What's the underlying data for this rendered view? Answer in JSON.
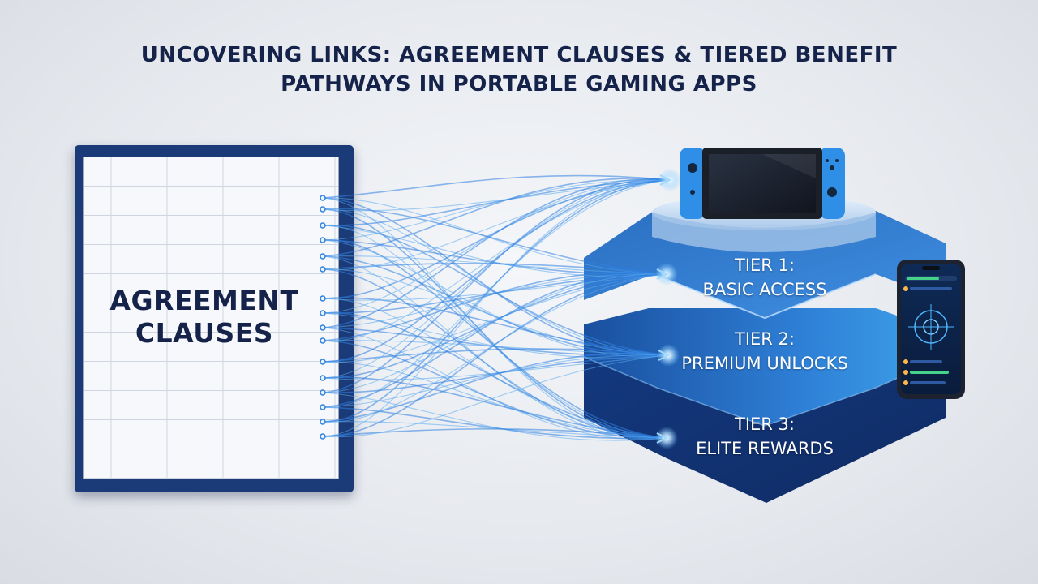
{
  "title": {
    "line1": "UNCOVERING LINKS: AGREEMENT CLAUSES & TIERED BENEFIT",
    "line2": "PATHWAYS IN PORTABLE GAMING APPS"
  },
  "document": {
    "label_line1": "AGREEMENT",
    "label_line2": "CLAUSES"
  },
  "tiers": [
    {
      "line1": "TIER 1:",
      "line2": "BASIC ACCESS"
    },
    {
      "line1": "TIER 2:",
      "line2": "PREMIUM UNLOCKS"
    },
    {
      "line1": "TIER 3:",
      "line2": "ELITE REWARDS"
    }
  ],
  "icons": {
    "console": "handheld-console-icon",
    "phone": "smartphone-icon",
    "target": "crosshair-target-icon"
  },
  "colors": {
    "title": "#15224a",
    "document_frame": "#1b3a78",
    "flow_lines": "#3a8de8",
    "glow": "#9fd9ff",
    "tier1": "#2f74c4",
    "tier2": "#1f5cb0",
    "tier3": "#143c86",
    "joycon": "#2f8fe6"
  }
}
